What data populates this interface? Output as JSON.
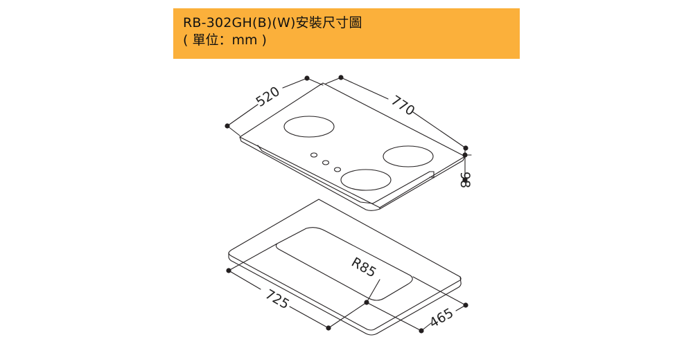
{
  "title": {
    "heading": "RB-302GH(B)(W)安裝尺寸圖",
    "unit_note": "( 單位：mm )"
  },
  "dimensions": {
    "depth": "520",
    "width": "770",
    "height": "98",
    "cutout_width": "725",
    "cutout_depth": "465",
    "corner_radius": "R85"
  },
  "colors": {
    "title_background": "#fbb03b",
    "line": "#231f20"
  }
}
